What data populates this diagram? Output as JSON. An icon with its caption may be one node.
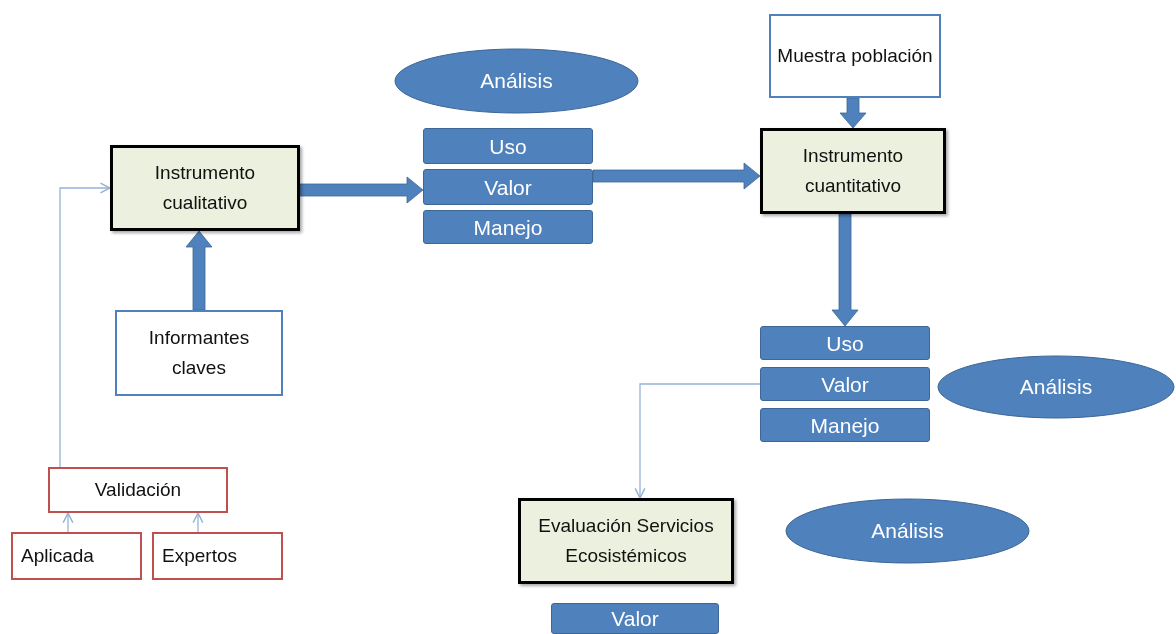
{
  "diagram": {
    "nodes": [
      {
        "text": [
          "Instrumento cualitativo"
        ]
      },
      {
        "text": [
          "Informantes claves"
        ]
      },
      {
        "text": [
          "Validación"
        ]
      },
      {
        "text": [
          "Aplicada"
        ]
      },
      {
        "text": [
          "Expertos"
        ]
      },
      {
        "text": [
          "Análisis"
        ]
      },
      {
        "text": [
          "Uso"
        ]
      },
      {
        "text": [
          "Valor"
        ]
      },
      {
        "text": [
          "Manejo"
        ]
      },
      {
        "text": [
          "Muestra población"
        ]
      },
      {
        "text": [
          "Instrumento cuantitativo"
        ]
      },
      {
        "text": [
          "Uso"
        ]
      },
      {
        "text": [
          "Valor"
        ]
      },
      {
        "text": [
          "Manejo"
        ]
      },
      {
        "text": [
          "Análisis"
        ]
      },
      {
        "text": [
          "Evaluación Servicios Ecosistémicos"
        ]
      },
      {
        "text": [
          "Análisis"
        ]
      },
      {
        "text": [
          "Valor"
        ]
      }
    ],
    "edges": [
      {
        "from": 2,
        "to": 0,
        "arrow": "to",
        "color": "#95b3d7"
      },
      {
        "from": 3,
        "to": 2,
        "arrow": "to",
        "color": "#95b3d7"
      },
      {
        "from": 4,
        "to": 2,
        "arrow": "to",
        "color": "#95b3d7"
      },
      {
        "from": 1,
        "to": 0,
        "arrow": "to",
        "style": "thick"
      },
      {
        "from": 0,
        "to": 7,
        "arrow": "to",
        "style": "thick"
      },
      {
        "from": 7,
        "to": 10,
        "arrow": "to",
        "style": "thick"
      },
      {
        "from": 9,
        "to": 10,
        "arrow": "to",
        "style": "thick"
      },
      {
        "from": 10,
        "to": 11,
        "arrow": "to",
        "style": "thick"
      },
      {
        "from": 12,
        "to": 15,
        "arrow": "to",
        "color": "#95b3d7"
      }
    ]
  }
}
